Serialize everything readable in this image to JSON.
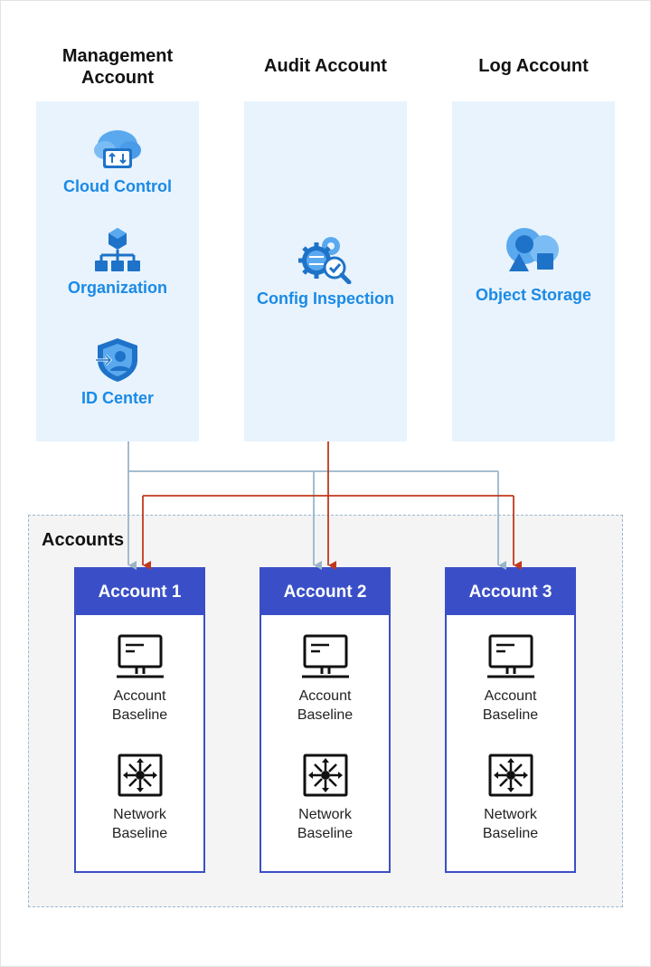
{
  "columns": [
    {
      "title_line1": "Management",
      "title_line2": "Account"
    },
    {
      "title": "Audit Account"
    },
    {
      "title": "Log Account"
    }
  ],
  "management": {
    "services": [
      {
        "label": "Cloud Control",
        "icon": "cloud-control-icon"
      },
      {
        "label": "Organization",
        "icon": "organization-icon"
      },
      {
        "label": "ID Center",
        "icon": "id-center-icon"
      }
    ]
  },
  "audit": {
    "service": {
      "label": "Config Inspection",
      "icon": "config-inspection-icon"
    }
  },
  "log": {
    "service": {
      "label": "Object Storage",
      "icon": "object-storage-icon"
    }
  },
  "accounts": {
    "title": "Accounts",
    "items": [
      {
        "name": "Account 1",
        "baselines": [
          {
            "line1": "Account",
            "line2": "Baseline"
          },
          {
            "line1": "Network",
            "line2": "Baseline"
          }
        ]
      },
      {
        "name": "Account 2",
        "baselines": [
          {
            "line1": "Account",
            "line2": "Baseline"
          },
          {
            "line1": "Network",
            "line2": "Baseline"
          }
        ]
      },
      {
        "name": "Account 3",
        "baselines": [
          {
            "line1": "Account",
            "line2": "Baseline"
          },
          {
            "line1": "Network",
            "line2": "Baseline"
          }
        ]
      }
    ]
  },
  "colors": {
    "panel_bg": "#e8f3fd",
    "service_text": "#1a8ae6",
    "account_header": "#3a4fc7",
    "management_line": "#9ab5c8",
    "audit_line": "#c0391e"
  }
}
